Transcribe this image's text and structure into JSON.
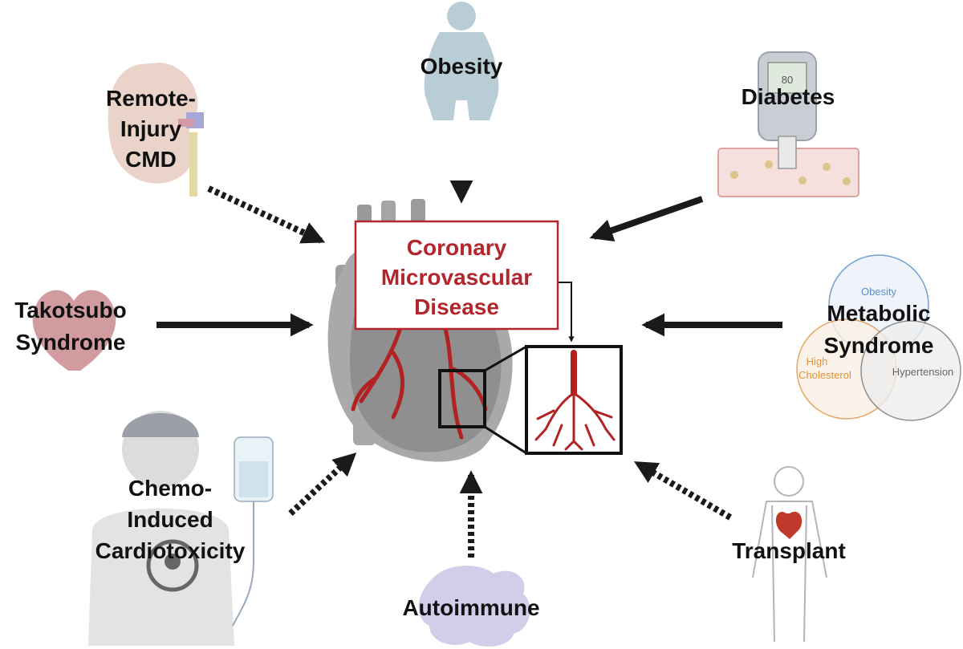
{
  "center": {
    "lines": [
      "Coronary",
      "Microvascular",
      "Disease"
    ],
    "color": "#b3262b"
  },
  "factors": {
    "obesity": {
      "label": "Obesity",
      "arrow": "solid"
    },
    "diabetes": {
      "label": "Diabetes",
      "arrow": "solid",
      "meter_reading": "80"
    },
    "remote_injury": {
      "lines": [
        "Remote-",
        "Injury",
        "CMD"
      ],
      "arrow": "dashed"
    },
    "takotsubo": {
      "lines": [
        "Takotsubo",
        "Syndrome"
      ],
      "arrow": "solid"
    },
    "metabolic": {
      "lines": [
        "Metabolic",
        "Syndrome"
      ],
      "arrow": "solid",
      "venn": {
        "top": "Obesity",
        "left": [
          "High",
          "Cholesterol"
        ],
        "right": "Hypertension"
      },
      "venn_colors": {
        "top": "#5b8fc9",
        "left": "#e0923a",
        "right": "#777777"
      }
    },
    "chemo": {
      "lines": [
        "Chemo-",
        "Induced",
        "Cardiotoxicity"
      ],
      "arrow": "dashed"
    },
    "autoimmune": {
      "label": "Autoimmune",
      "arrow": "dashed"
    },
    "transplant": {
      "label": "Transplant",
      "arrow": "dashed"
    }
  }
}
